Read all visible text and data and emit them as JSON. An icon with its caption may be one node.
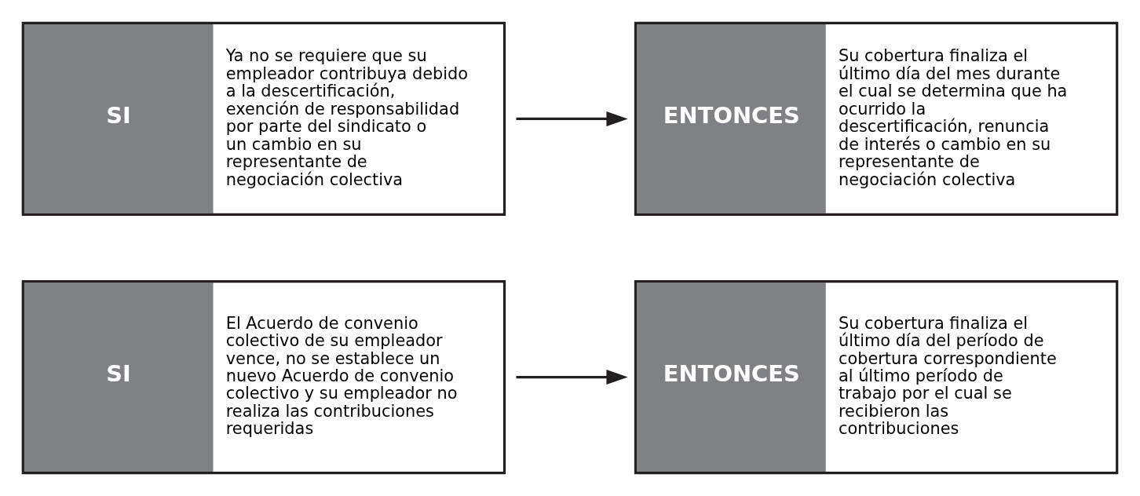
{
  "diagram": {
    "nodes": [
      {
        "text": [
          "SI",
          "Ya no se requiere que su empleador contribuya debido a la descertificación, exención de responsabilidad por parte del sindicato o un cambio en su representante de negociación colectiva"
        ]
      },
      {
        "text": [
          "ENTONCES",
          "Su cobertura finaliza el último día del mes durante el cual se determina que ha ocurrido la descertificación, renuncia de interés o cambio en su representante de negociación colectiva"
        ]
      },
      {
        "text": [
          "SI",
          "El Acuerdo de convenio colectivo de su empleador vence, no se establece un nuevo Acuerdo de convenio colectivo y su empleador no realiza las contribuciones requeridas"
        ]
      },
      {
        "text": [
          "ENTONCES",
          "Su cobertura finaliza el último día del período de cobertura correspondiente al último período de trabajo por el cual se recibieron las contribuciones"
        ]
      }
    ],
    "edges": [
      {
        "from": 0,
        "to": 1,
        "arrow": "to"
      },
      {
        "from": 2,
        "to": 3,
        "arrow": "to"
      }
    ]
  }
}
